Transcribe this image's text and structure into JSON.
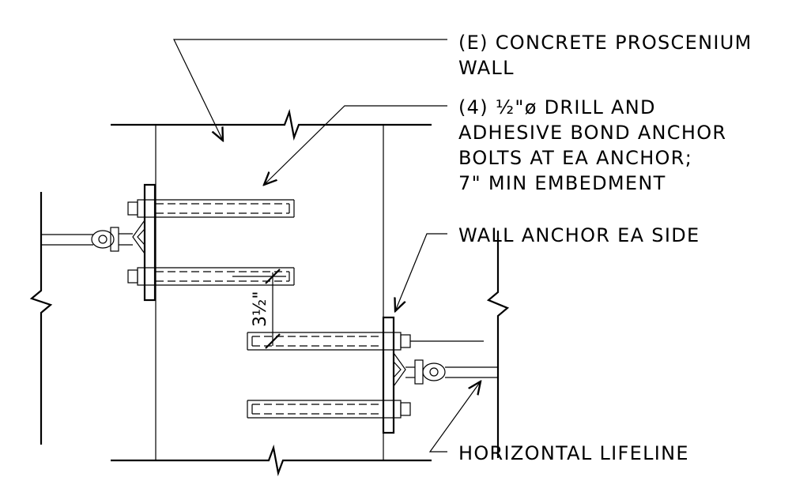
{
  "callouts": {
    "wall": {
      "line1": "(E) CONCRETE PROSCENIUM",
      "line2": "WALL"
    },
    "bolts": {
      "line1": "(4) ½\"ø DRILL AND",
      "line2": "ADHESIVE BOND ANCHOR",
      "line3": "BOLTS AT EA ANCHOR;",
      "line4": "7\" MIN EMBEDMENT"
    },
    "wall_anchor": "WALL ANCHOR EA SIDE",
    "lifeline": "HORIZONTAL LIFELINE"
  },
  "dimension": {
    "bolt_spacing": "3½\""
  }
}
